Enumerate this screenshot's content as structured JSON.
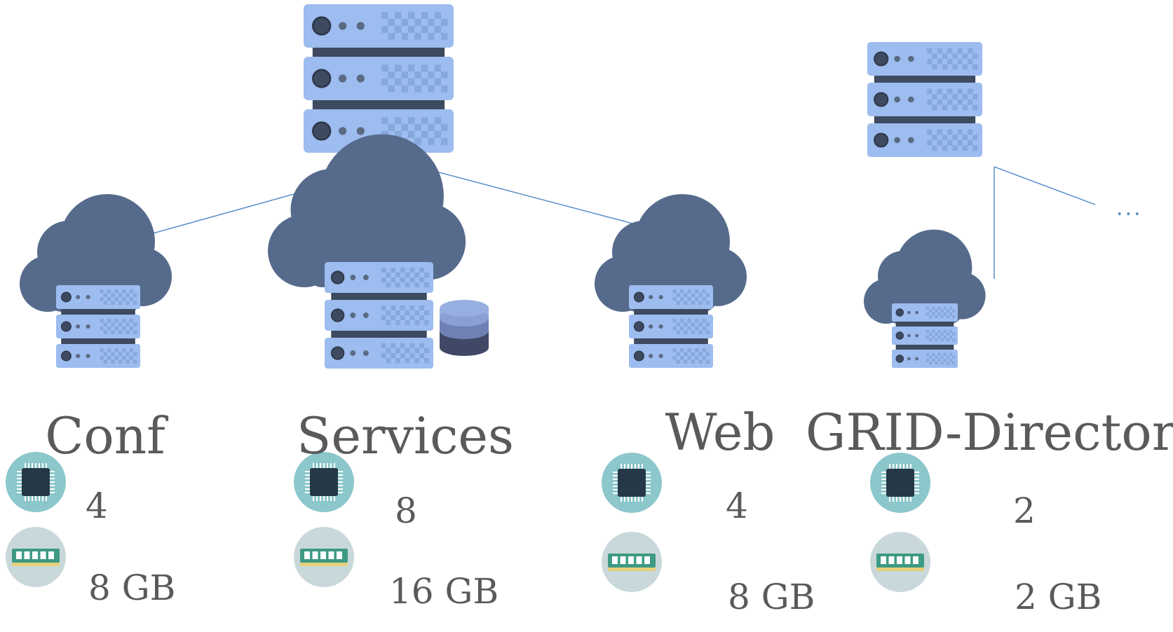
{
  "colors": {
    "server_face": "#9dbcef",
    "server_pattern": "#87a8db",
    "server_dark": "#3d4a5f",
    "server_dot": "#5b6a83",
    "cloud": "#566b8c",
    "cloud_edge": "#4b5e7d",
    "link_line": "#4f86c6",
    "chip_bg": "#8cc7cb",
    "chip_body": "#263848",
    "ram_bg": "#c9d8da",
    "ram_body": "#3e9a84",
    "db_top": "#97aee0",
    "db_mid": "#6f80b3",
    "db_bottom": "#3f4865",
    "label_text": "#5a5a5a"
  },
  "more_indicator": "...",
  "nodes": [
    {
      "name": "Conf",
      "cpu": "4",
      "ram": "8 GB",
      "has_database": false
    },
    {
      "name": "Services",
      "cpu": "8",
      "ram": "16 GB",
      "has_database": true
    },
    {
      "name": "Web",
      "cpu": "4",
      "ram": "8 GB",
      "has_database": false
    },
    {
      "name": "GRID-Director",
      "cpu": "2",
      "ram": "2 GB",
      "has_database": false
    }
  ],
  "icons": {
    "main_server": "server-rack-icon",
    "secondary_server": "server-rack-icon",
    "node_cloud": "cloud-server-icon",
    "cpu": "cpu-chip-icon",
    "ram": "ram-module-icon",
    "database": "database-icon"
  }
}
